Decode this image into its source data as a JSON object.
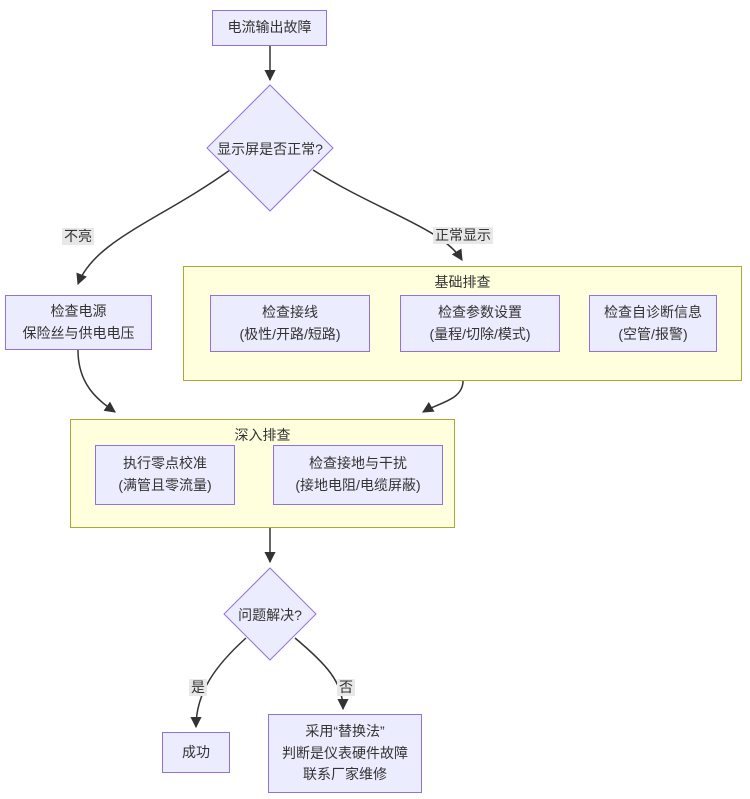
{
  "diagram_type": "flowchart",
  "nodes": {
    "start": {
      "label": "电流输出故障"
    },
    "display_ok": {
      "label": "显示屏是否正常?"
    },
    "check_power": {
      "lines": [
        "检查电源",
        "保险丝与供电电压"
      ]
    },
    "check_wiring": {
      "lines": [
        "检查接线",
        "(极性/开路/短路)"
      ]
    },
    "check_params": {
      "lines": [
        "检查参数设置",
        "(量程/切除/模式)"
      ]
    },
    "check_diag": {
      "lines": [
        "检查自诊断信息",
        "(空管/报警)"
      ]
    },
    "zero_cal": {
      "lines": [
        "执行零点校准",
        "(满管且零流量)"
      ]
    },
    "check_ground": {
      "lines": [
        "检查接地与干扰",
        "(接地电阻/电缆屏蔽)"
      ]
    },
    "problem_solved": {
      "label": "问题解决?"
    },
    "success": {
      "label": "成功"
    },
    "replace": {
      "lines": [
        "采用“替换法”",
        "判断是仪表硬件故障",
        "联系厂家维修"
      ]
    }
  },
  "subgraphs": {
    "basic": {
      "title": "基础排查"
    },
    "deep": {
      "title": "深入排查"
    }
  },
  "edge_labels": {
    "off": "不亮",
    "normal": "正常显示",
    "yes": "是",
    "no": "否"
  },
  "colors": {
    "node_fill": "#ECECFF",
    "node_border": "#9370DB",
    "subgraph_fill": "#FFFFDE",
    "subgraph_border": "#AAAA33",
    "edge": "#333333",
    "edge_label_bg": "#E8E8E8"
  }
}
